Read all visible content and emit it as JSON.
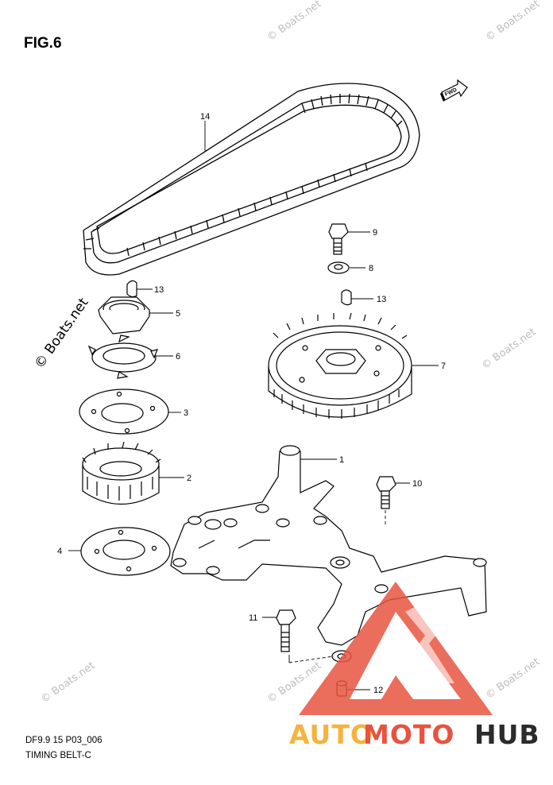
{
  "figure": {
    "title": "FIG.6"
  },
  "footer": {
    "code": "DF9.9 15 P03_006",
    "name": "TIMING BELT-C"
  },
  "watermark": {
    "text": "© Boats.net"
  },
  "fwd_label": "FWD",
  "callouts": {
    "belt": "14",
    "key_upper": "13",
    "nut_large": "5",
    "washer_tab": "6",
    "plate_upper": "3",
    "sprocket_small": "2",
    "plate_lower": "4",
    "bolt_top": "9",
    "washer_small": "8",
    "key_right": "13",
    "pulley_large": "7",
    "bracket": "1",
    "bolt_right": "10",
    "bolt_left": "11",
    "pin": "12"
  },
  "logo": {
    "text_auto": "AUTO",
    "text_moto": "MOTO",
    "text_hub": "HUB",
    "colors": {
      "auto": "#f3b43f",
      "moto": "#e8533f",
      "hub": "#2b2b2b",
      "triangle": "#e8533f"
    }
  }
}
